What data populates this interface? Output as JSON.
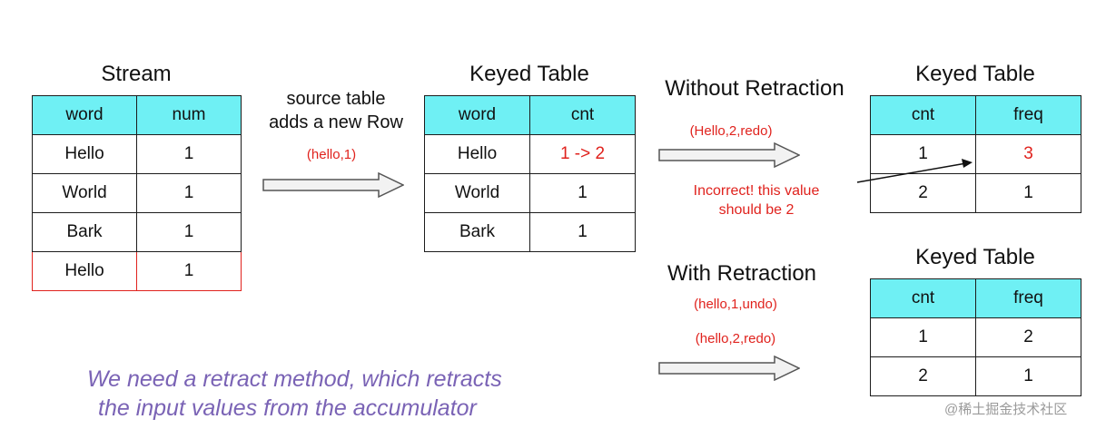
{
  "stream": {
    "title": "Stream",
    "headers": [
      "word",
      "num"
    ],
    "rows": [
      [
        "Hello",
        "1"
      ],
      [
        "World",
        "1"
      ],
      [
        "Bark",
        "1"
      ],
      [
        "Hello",
        "1"
      ]
    ],
    "highlight_color": "#e0221d"
  },
  "step1": {
    "label_line1": "source table",
    "label_line2": "adds a new Row",
    "event": "(hello,1)"
  },
  "keyed_mid": {
    "title": "Keyed Table",
    "headers": [
      "word",
      "cnt"
    ],
    "rows": [
      [
        "Hello",
        "1 -> 2"
      ],
      [
        "World",
        "1"
      ],
      [
        "Bark",
        "1"
      ]
    ]
  },
  "without": {
    "label": "Without Retraction",
    "event": "(Hello,2,redo)",
    "table_title": "Keyed Table",
    "headers": [
      "cnt",
      "freq"
    ],
    "rows": [
      [
        "1",
        "3"
      ],
      [
        "2",
        "1"
      ]
    ],
    "note_line1": "Incorrect! this value",
    "note_line2": "should be 2"
  },
  "with": {
    "label": "With Retraction",
    "event1": "(hello,1,undo)",
    "event2": "(hello,2,redo)",
    "table_title": "Keyed Table",
    "headers": [
      "cnt",
      "freq"
    ],
    "rows": [
      [
        "1",
        "2"
      ],
      [
        "2",
        "1"
      ]
    ]
  },
  "footer": {
    "line1": "We need a retract method, which retracts",
    "line2": "the input values from the accumulator"
  },
  "watermark": "@稀土掘金技术社区",
  "colors": {
    "header_fill": "#6ff0f4",
    "accent_red": "#e0221d",
    "note_purple": "#7a63b5",
    "arrow_fill": "#f2f2f2"
  },
  "icons": [
    "right-arrow-icon",
    "pointer-arrow-icon"
  ]
}
